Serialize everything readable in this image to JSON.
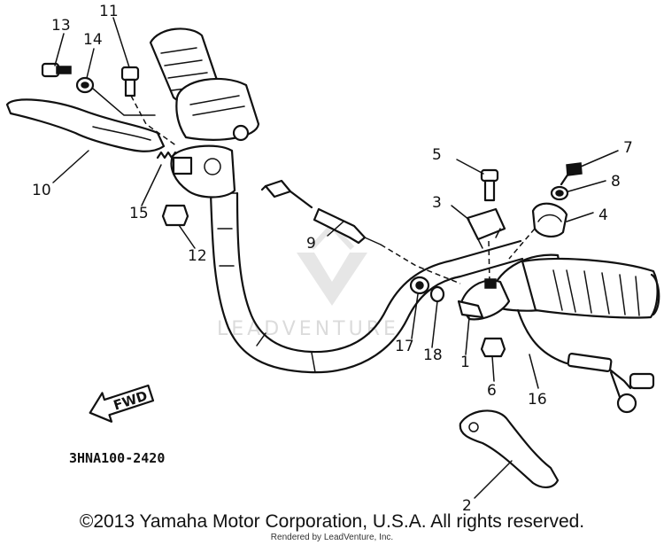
{
  "diagram": {
    "callouts": [
      "1",
      "2",
      "3",
      "4",
      "5",
      "6",
      "7",
      "8",
      "9",
      "10",
      "11",
      "12",
      "13",
      "14",
      "15",
      "16",
      "17",
      "18"
    ],
    "part_code": "3HNA100-2420",
    "fwd_label": "FWD",
    "watermark": "LEADVENTURE"
  },
  "footer": {
    "copyright": "©2013 Yamaha Motor Corporation, U.S.A. All rights reserved.",
    "rendered_by": "Rendered by LeadVenture, Inc."
  }
}
